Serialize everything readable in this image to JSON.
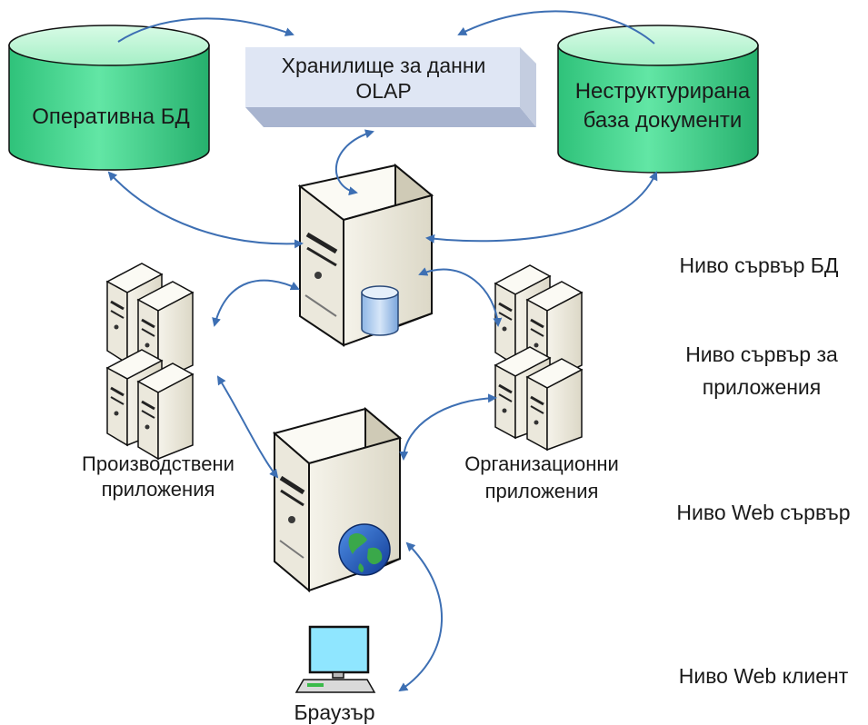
{
  "colors": {
    "cylinder_top": "#b6f2cf",
    "cylinder_body": "#3fd089",
    "warehouse_front": "#dbe3f3",
    "connector": "#3d6fb3",
    "server_body": "#e9e6d9",
    "server_side": "#cfcab6"
  },
  "nodes": {
    "operational_db": {
      "label": "Оперативна БД",
      "icon": "database-cylinder"
    },
    "data_warehouse": {
      "label_line1": "Хранилище за данни",
      "label_line2": "OLAP",
      "icon": "warehouse-box"
    },
    "unstructured_db": {
      "label_line1": "Неструктурирана",
      "label_line2": "база документи",
      "icon": "database-cylinder"
    },
    "db_server": {
      "icon": "database-server-icon"
    },
    "production_apps": {
      "label_line1": "Производствени",
      "label_line2": "приложения",
      "icon": "server-cluster-icon"
    },
    "organizational_apps": {
      "label_line1": "Организационни",
      "label_line2": "приложения",
      "icon": "server-cluster-icon"
    },
    "web_server": {
      "icon": "web-server-globe-icon"
    },
    "browser": {
      "label": "Браузър",
      "icon": "desktop-computer-icon"
    }
  },
  "levels": {
    "db_server": "Ниво сървър БД",
    "app_server_line1": "Ниво сървър за",
    "app_server_line2": "приложения",
    "web_server": "Ниво Web сървър",
    "web_client": "Ниво Web клиент"
  }
}
